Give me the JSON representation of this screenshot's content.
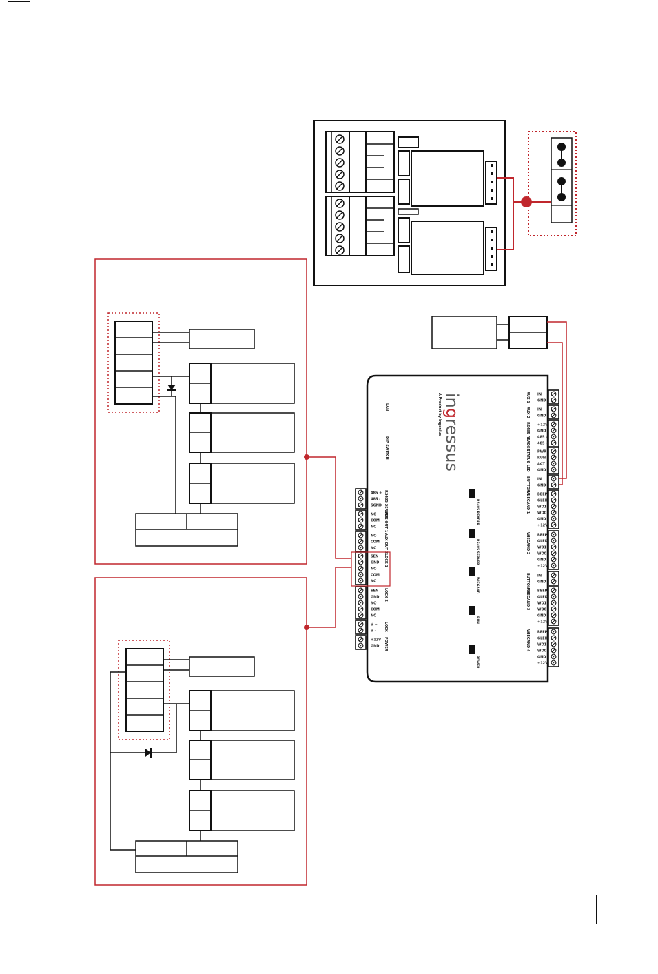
{
  "controller": {
    "brand_part1": "in",
    "brand_letter": "g",
    "brand_part2": "ressus",
    "tagline": "A Product by Ingenius",
    "left_labels": {
      "lan": "LAN",
      "dip": "DIP SWITCH"
    },
    "left_blocks": [
      {
        "group": "RS485 SERVER",
        "pins": [
          "485 +",
          "485 -",
          "SGND"
        ]
      },
      {
        "group": "AUX OUT 1",
        "pins": [
          "NO",
          "COM",
          "NC"
        ]
      },
      {
        "group": "AUX OUT 2",
        "pins": [
          "NO",
          "COM",
          "NC"
        ]
      },
      {
        "group": "LOCK 1",
        "pins": [
          "SEN",
          "GND",
          "NO",
          "COM",
          "NC"
        ]
      },
      {
        "group": "LOCK 2",
        "pins": [
          "SEN",
          "GND",
          "NO",
          "COM",
          "NC"
        ]
      },
      {
        "group": "LOCK",
        "pins": [
          "V +",
          "V -"
        ]
      },
      {
        "group": "POWER",
        "pins": [
          "+12V",
          "GND"
        ]
      }
    ],
    "right_blocks": [
      {
        "group": "AUX 1",
        "pins": [
          "IN",
          "GND"
        ]
      },
      {
        "group": "AUX 2",
        "pins": [
          "IN",
          "GND"
        ]
      },
      {
        "group": "RS485 READER",
        "pins": [
          "+12V",
          "GND",
          "485 -",
          "485 +"
        ]
      },
      {
        "group": "STATUS LED",
        "pins": [
          "PWR",
          "RUN",
          "ACT",
          "GND"
        ]
      },
      {
        "group": "BUTTON 1",
        "pins": [
          "IN",
          "GND"
        ]
      },
      {
        "group": "WIEGAND 1",
        "pins": [
          "BEEP",
          "GLED",
          "WD1",
          "WD0",
          "GND",
          "+12V"
        ]
      },
      {
        "group": "WIEGAND 2",
        "pins": [
          "BEEP",
          "GLED",
          "WD1",
          "WD0",
          "GND",
          "+12V"
        ]
      },
      {
        "group": "BUTTON 2",
        "pins": [
          "IN",
          "GND"
        ]
      },
      {
        "group": "WIEGAND 3",
        "pins": [
          "BEEP",
          "GLED",
          "WD1",
          "WD0",
          "GND",
          "+12V"
        ]
      },
      {
        "group": "WIEGAND 4",
        "pins": [
          "BEEP",
          "GLED",
          "WD1",
          "WD0",
          "GND",
          "+12V"
        ]
      }
    ],
    "indicators": [
      "RS485 READER",
      "RS485 SERVER",
      "WIEGAND",
      "RUN",
      "POWER"
    ]
  },
  "colors": {
    "accent_red": "#c0272d",
    "line_black": "#111111"
  },
  "icons": [
    "diode-icon",
    "screw-terminal-icon",
    "junction-dot-icon"
  ]
}
